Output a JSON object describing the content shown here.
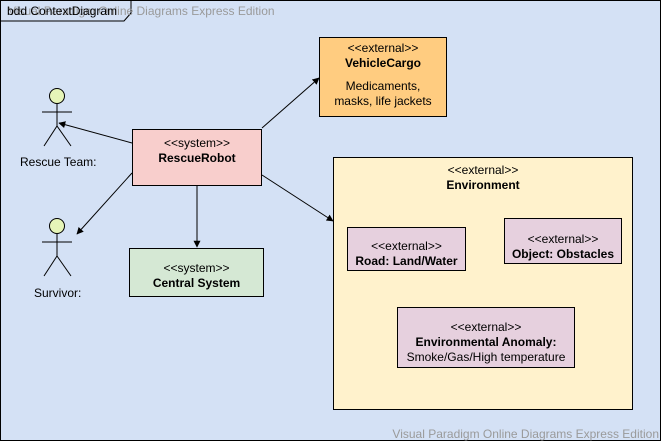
{
  "frame": {
    "title": "bdd ContextDiagram"
  },
  "watermark": {
    "top": "Visual Paradigm Online Diagrams Express Edition",
    "bottom": "Visual Paradigm Online Diagrams Express Edition"
  },
  "actors": {
    "rescue_team": "Rescue Team:",
    "survivor": "Survivor:"
  },
  "blocks": {
    "rescue_robot": {
      "stereotype": "<<system>>",
      "name": "RescueRobot"
    },
    "central_system": {
      "stereotype": "<<system>>",
      "name": "Central System"
    },
    "vehicle_cargo": {
      "stereotype": "<<external>>",
      "name": "VehicleCargo",
      "description": "Medicaments, masks, life jackets"
    },
    "environment": {
      "stereotype": "<<external>>",
      "name": "Environment"
    },
    "road": {
      "stereotype": "<<external>>",
      "name": "Road: Land/Water"
    },
    "object": {
      "stereotype": "<<external>>",
      "name": "Object: Obstacles"
    },
    "anomaly": {
      "stereotype": "<<external>>",
      "name": "Environmental Anomaly:",
      "description": "Smoke/Gas/High temperature"
    }
  },
  "colors": {
    "canvas": "#d4e1f5",
    "system_robot": "#f8cecc",
    "system_central": "#d5e8d4",
    "vehicle_cargo": "#ffcc80",
    "environment": "#fff2cc",
    "nested_external": "#e6d0de",
    "actor_head": "#e6f5b8"
  }
}
